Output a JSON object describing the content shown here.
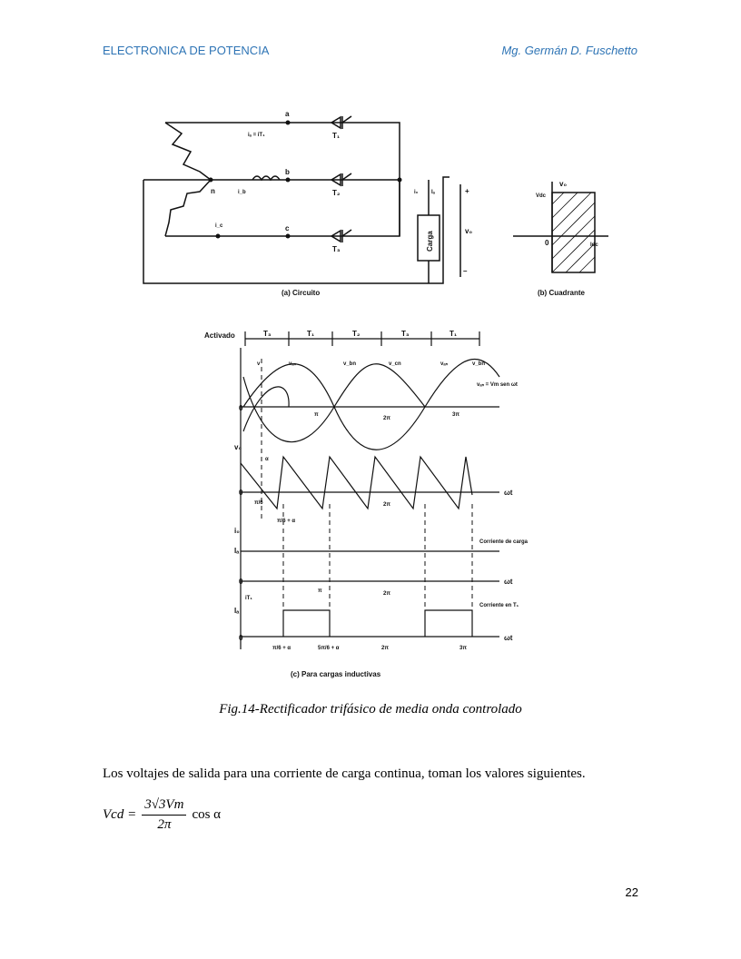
{
  "header": {
    "left": "ELECTRONICA DE POTENCIA",
    "right": "Mg. Germán D. Fuschetto"
  },
  "figure": {
    "circuit": {
      "nodes": [
        "a",
        "b",
        "c",
        "n"
      ],
      "currents": [
        "iₐ = iT₁",
        "i_b",
        "i_c",
        "i₀",
        "Iₐ"
      ],
      "thyristors": [
        "T₁",
        "T₂",
        "T₃"
      ],
      "load": "Carga",
      "voltage": "v₀",
      "plus": "+",
      "minus": "–",
      "caption_a": "(a) Circuito"
    },
    "quadrant": {
      "v_axis": "v₀",
      "i_axis": "i₀",
      "vdc": "Vdc",
      "idc": "Idc",
      "origin": "0",
      "caption_b": "(b) Cuadrante"
    },
    "waveforms": {
      "activado": "Activado",
      "sequence": [
        "T₃",
        "T₁",
        "T₂",
        "T₃",
        "T₁"
      ],
      "phase_labels": [
        "v",
        "vₐₙ",
        "v_bn",
        "v_cn",
        "vₐₙ",
        "v_bn"
      ],
      "van_eq": "vₐₙ = Vm sen ωt",
      "vo_label": "v₀",
      "alpha": "α",
      "zero": "0",
      "pi": "π",
      "two_pi": "2π",
      "three_pi": "3π",
      "wt": "ωt",
      "pi6": "π/6",
      "pi6_alpha": "π/6 + α",
      "five_pi6_alpha": "5π/6 + α",
      "io_label": "i₀",
      "ia_label": "Iₐ",
      "it1_label": "iT₁",
      "corriente_carga": "Corriente de carga",
      "corriente_t1": "Corriente en T₁",
      "caption_c": "(c) Para cargas inductivas"
    }
  },
  "caption": "Fig.14-Rectificador trifásico de media onda controlado",
  "paragraph": "Los voltajes de salida para una corriente de carga continua, toman los valores siguientes.",
  "formula": {
    "lhs": "Vcd =",
    "numerator": "3√3Vm",
    "denominator": "2π",
    "rhs": "cos α"
  },
  "page_number": "22"
}
